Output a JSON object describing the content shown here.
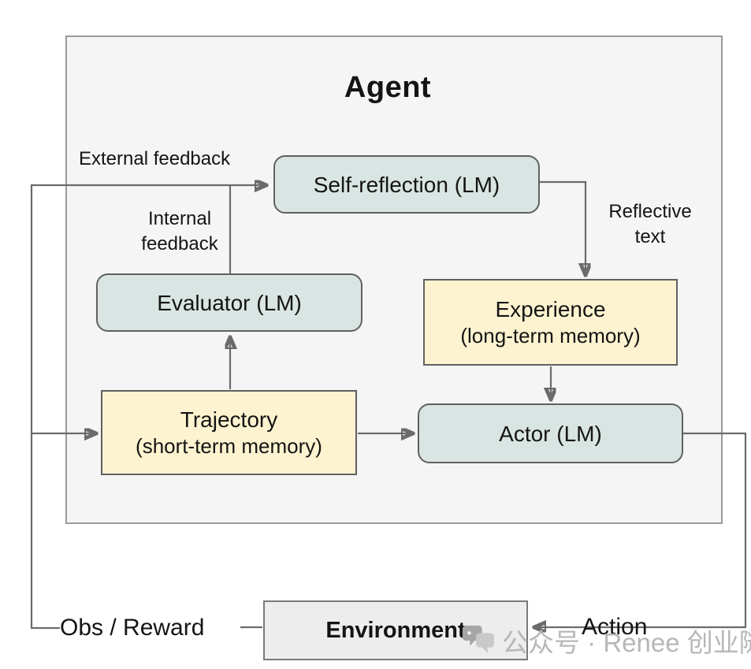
{
  "diagram": {
    "agent_title": "Agent",
    "nodes": {
      "self_reflection": {
        "label": "Self-reflection (LM)"
      },
      "evaluator": {
        "label": "Evaluator (LM)"
      },
      "experience": {
        "title": "Experience",
        "subtitle": "(long-term memory)"
      },
      "trajectory": {
        "title": "Trajectory",
        "subtitle": "(short-term memory)"
      },
      "actor": {
        "label": "Actor (LM)"
      },
      "environment": {
        "label": "Environment"
      }
    },
    "edge_labels": {
      "external_feedback": "External feedback",
      "internal_feedback": "Internal feedback",
      "reflective_text": "Reflective text",
      "obs_reward": "Obs / Reward",
      "action": "Action"
    },
    "colors": {
      "lm_box_fill": "#d9e5e2",
      "memory_box_fill": "#fdf3d0",
      "environment_fill": "#ededed",
      "agent_fill": "#f5f5f5",
      "line": "#6b6b6b"
    },
    "watermark": {
      "icon": "speech-bubbles-icon",
      "text": "公众号 · Renee 创业随笔"
    }
  }
}
